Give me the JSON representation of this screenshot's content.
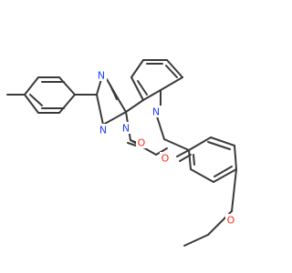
{
  "molecule": {
    "atoms": [
      {
        "id": "N1",
        "symbol": "N",
        "color": "#1f3fff"
      },
      {
        "id": "N2",
        "symbol": "N",
        "color": "#1f3fff"
      },
      {
        "id": "N3",
        "symbol": "N",
        "color": "#1f3fff"
      },
      {
        "id": "N4",
        "symbol": "N",
        "color": "#1f3fff"
      },
      {
        "id": "O1",
        "symbol": "O",
        "color": "#ff2a1a"
      },
      {
        "id": "O2",
        "symbol": "O",
        "color": "#ff2a1a"
      },
      {
        "id": "O3",
        "symbol": "O",
        "color": "#ff2a1a"
      }
    ],
    "bond_color": "#3a3a3a",
    "background": "#ffffff"
  }
}
